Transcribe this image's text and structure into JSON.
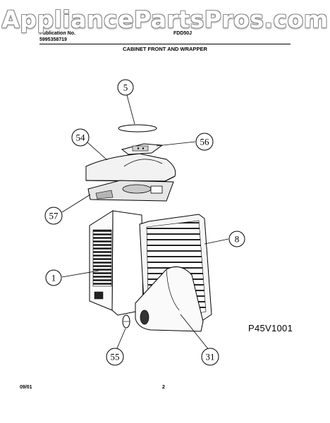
{
  "watermark": "AppliancePartsPros.com",
  "header": {
    "publication_label": "Publication No.",
    "publication_number": "5995358719",
    "model": "FDD50J",
    "section_title": "CABINET FRONT AND WRAPPER"
  },
  "callouts": [
    "5",
    "54",
    "56",
    "57",
    "8",
    "1",
    "55",
    "31"
  ],
  "diagram_code": "P45V1001",
  "footer": {
    "date": "09/01",
    "page": "2"
  }
}
